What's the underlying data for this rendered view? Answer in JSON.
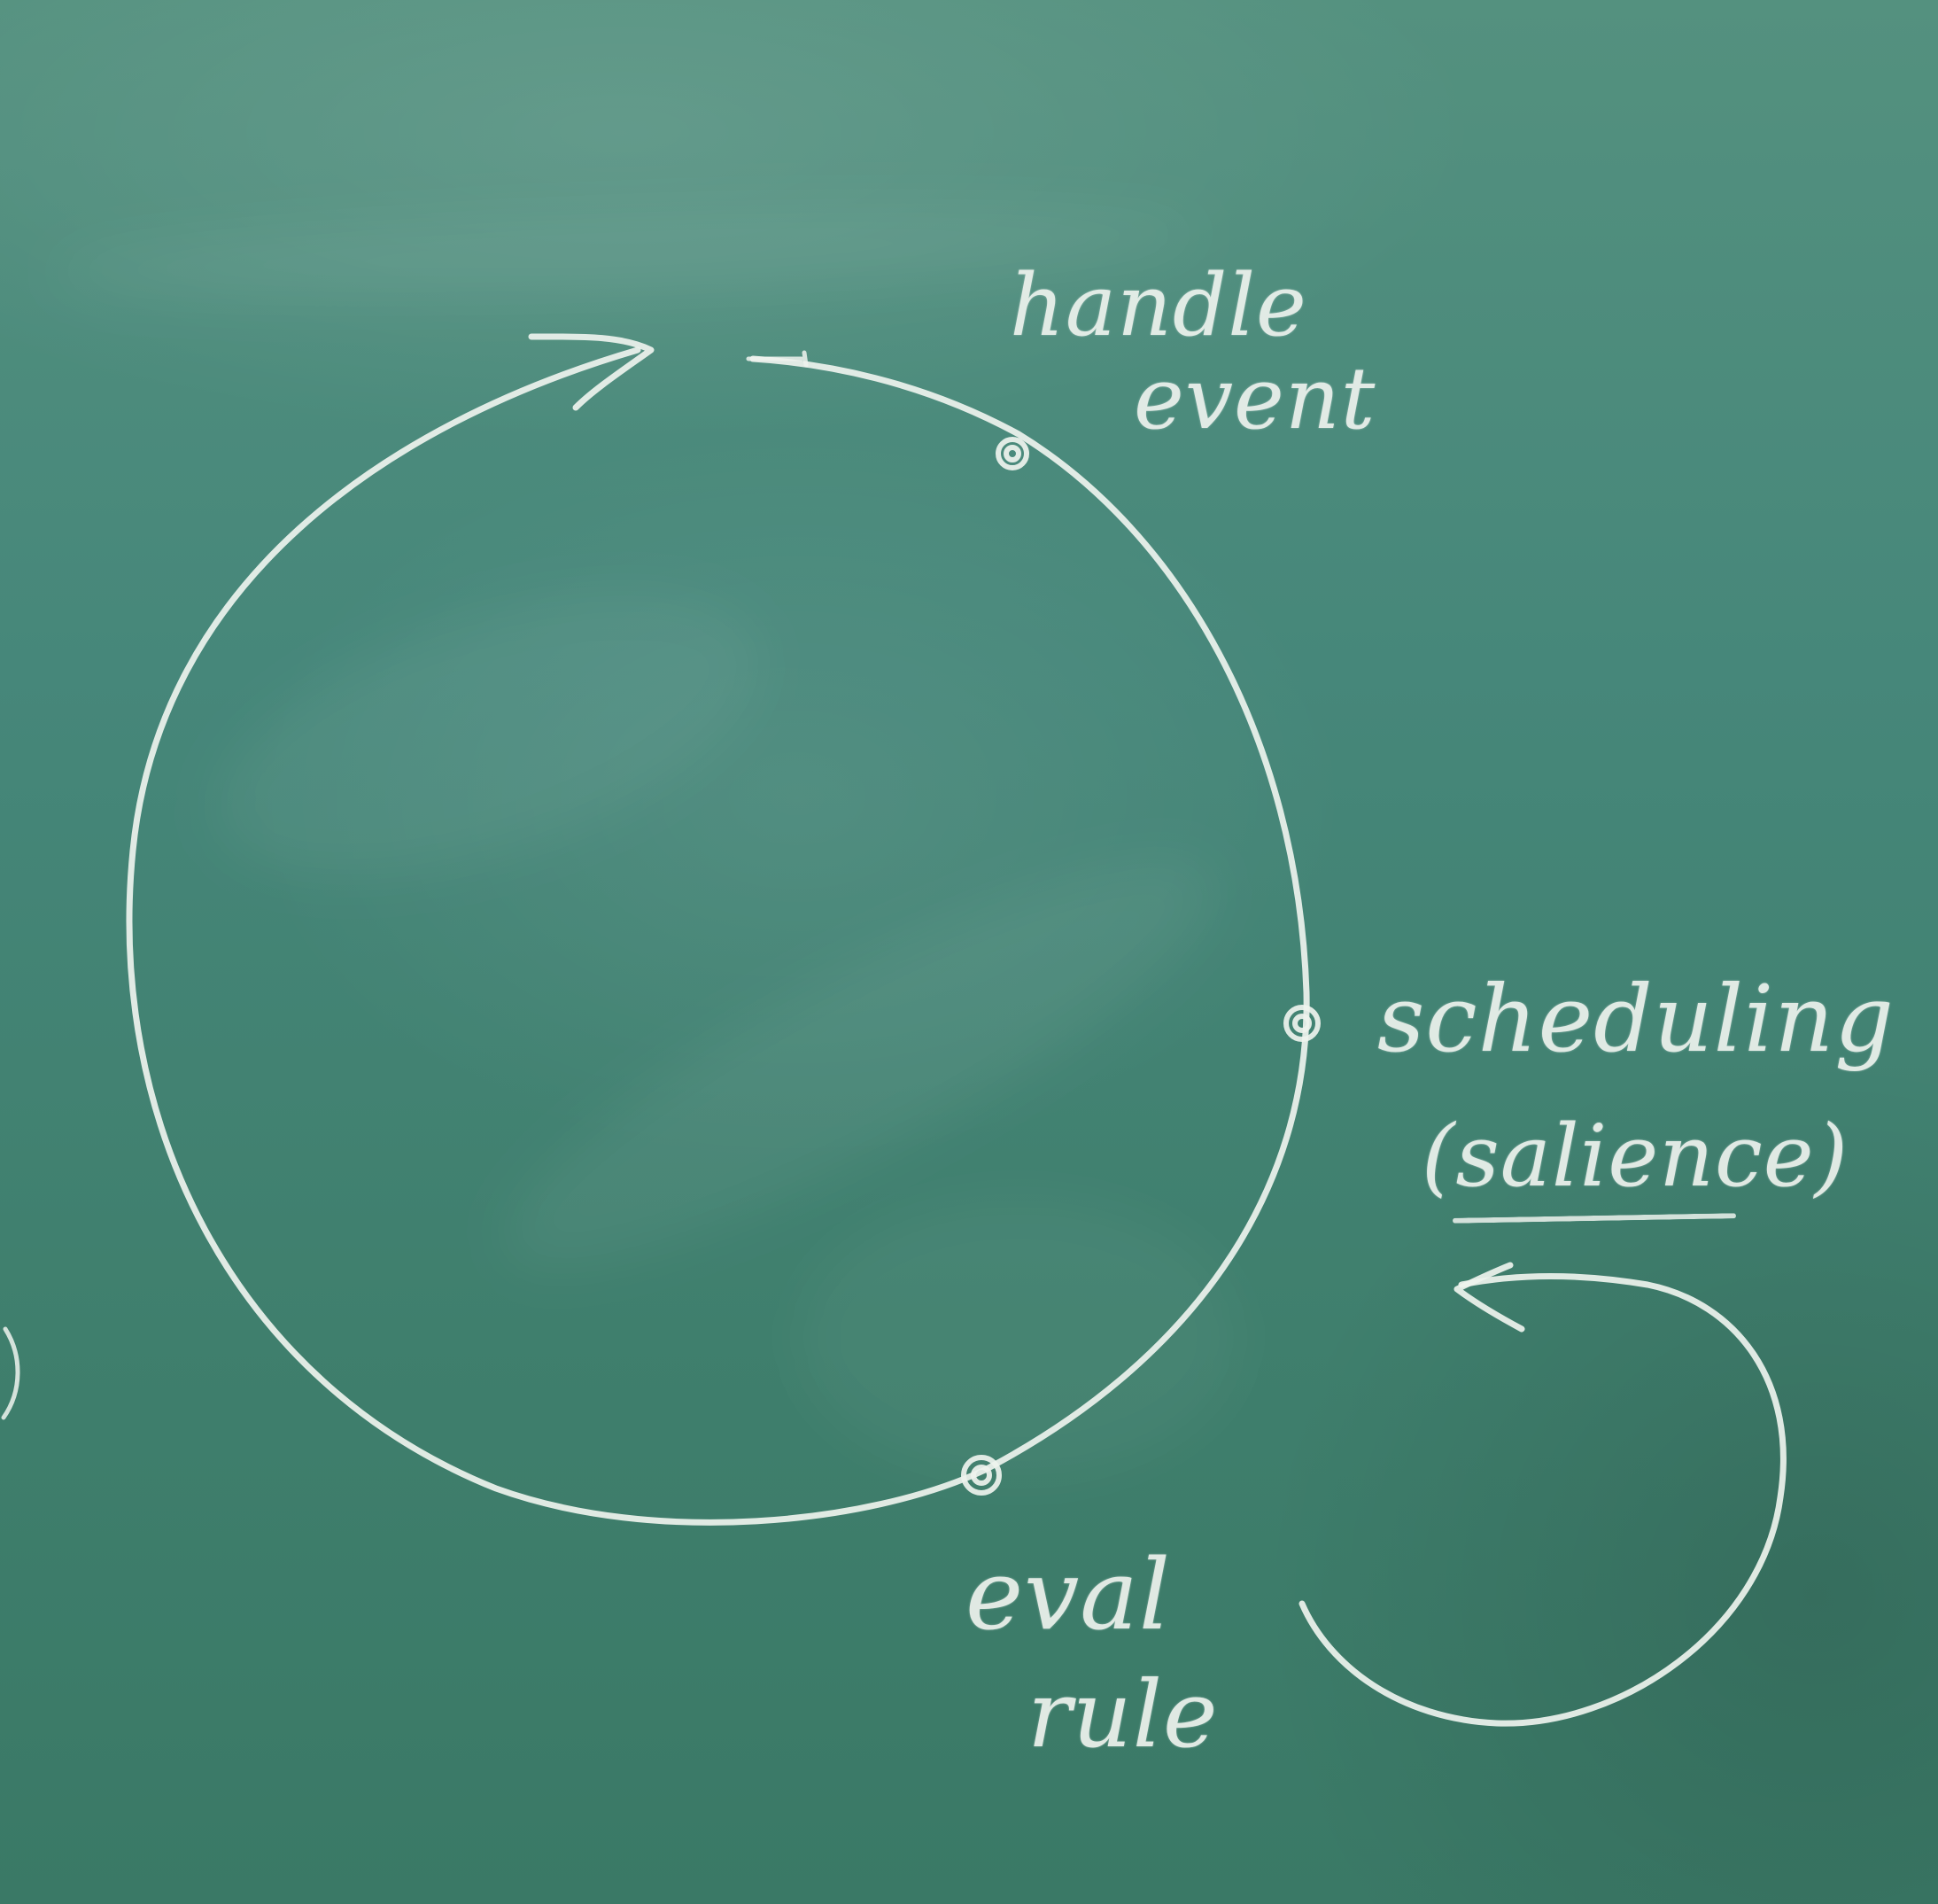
{
  "board": {
    "background_color": "#3f7e6c",
    "chalk_color": "#eef3ee"
  },
  "labels": {
    "handle": "handle",
    "event": "event",
    "scheduling": "scheduling",
    "salience": "(salience)",
    "eval": "eval",
    "rule": "rule"
  }
}
